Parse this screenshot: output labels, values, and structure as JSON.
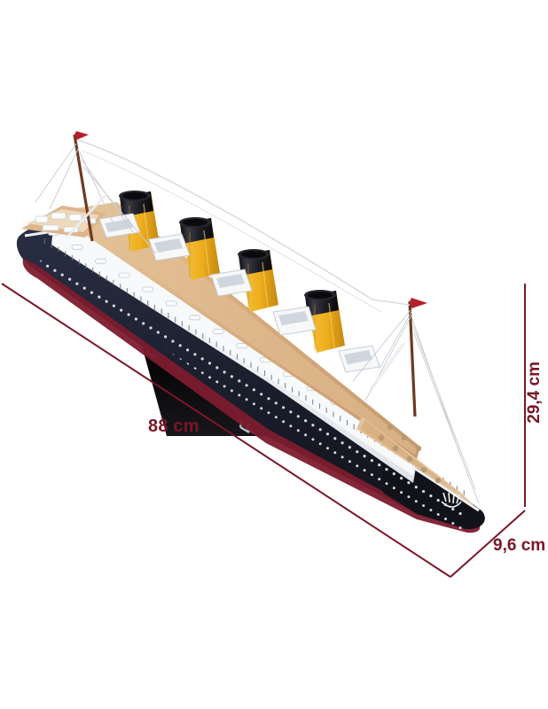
{
  "product": {
    "name": "Titanic 3D puzzle model",
    "subject": "ocean-liner-model",
    "alt": "Assembled 3D cardboard puzzle model of the RMS Titanic on a black display stand, shown at an angle with dimension callouts"
  },
  "background": {
    "color": "#ffffff"
  },
  "dimensions": {
    "accent_color": "#7a1628",
    "length": {
      "value": "88 cm",
      "axis": "length",
      "label_name": "length-dimension-label"
    },
    "height": {
      "value": "29,4 cm",
      "axis": "height",
      "label_name": "height-dimension-label"
    },
    "width": {
      "value": "9,6 cm",
      "axis": "width",
      "label_name": "width-dimension-label"
    }
  },
  "model_colors": {
    "hull_dark": "#1d2233",
    "hull_black": "#15161c",
    "boot_stripe_red": "#7c1b2e",
    "superstructure_white": "#f2f3f5",
    "deck_tan": "#d9b183",
    "deck_tan_light": "#e8cda3",
    "funnel_yellow": "#eeb01f",
    "funnel_black": "#17171c",
    "stand_black": "#0d0d10",
    "stand_support": "#bfc4ca",
    "mast_brown": "#6b3a22",
    "flag_red": "#b3202c",
    "rigging": "#c8ccd2"
  },
  "parts": {
    "funnels_count": 4,
    "masts": [
      "foremast",
      "mainmast"
    ],
    "stand_supports": 2,
    "stand": "black-display-base"
  }
}
